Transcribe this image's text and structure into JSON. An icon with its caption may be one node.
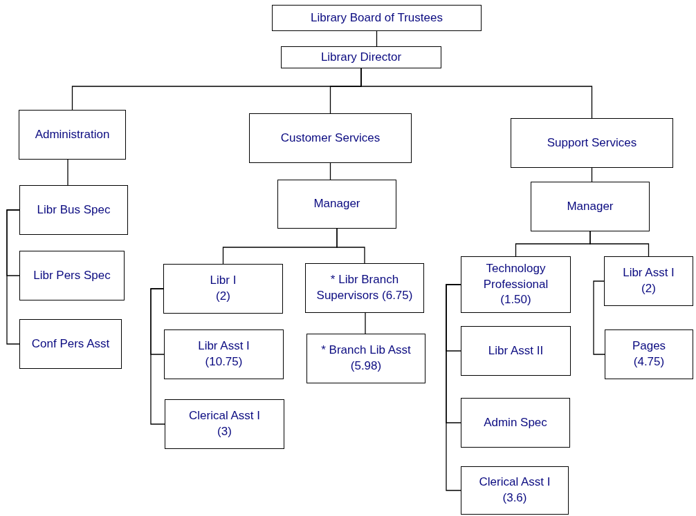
{
  "diagram": {
    "nodes": [
      {
        "text": [
          "Library Board of Trustees"
        ]
      },
      {
        "text": [
          "Library Director"
        ]
      },
      {
        "text": [
          "Administration"
        ]
      },
      {
        "text": [
          "Customer Services"
        ]
      },
      {
        "text": [
          "Support Services"
        ]
      },
      {
        "text": [
          "Libr Bus Spec"
        ]
      },
      {
        "text": [
          "Libr Pers Spec"
        ]
      },
      {
        "text": [
          "Conf Pers Asst"
        ]
      },
      {
        "text": [
          "Manager"
        ]
      },
      {
        "text": [
          "Libr I",
          "(2)"
        ]
      },
      {
        "text": [
          "* Libr Branch Supervisors (6.75)"
        ]
      },
      {
        "text": [
          "Libr Asst I",
          "(10.75)"
        ]
      },
      {
        "text": [
          "* Branch Lib Asst",
          "(5.98)"
        ]
      },
      {
        "text": [
          "Clerical Asst I",
          "(3)"
        ]
      },
      {
        "text": [
          "Manager"
        ]
      },
      {
        "text": [
          "Technology Professional",
          "(1.50)"
        ]
      },
      {
        "text": [
          "Libr Asst I",
          "(2)"
        ]
      },
      {
        "text": [
          "Libr Asst II"
        ]
      },
      {
        "text": [
          "Pages",
          "(4.75)"
        ]
      },
      {
        "text": [
          "Admin Spec"
        ]
      },
      {
        "text": [
          "Clerical Asst I",
          "(3.6)"
        ]
      }
    ],
    "edges": [
      {
        "from": 0,
        "to": 1,
        "arrow": "none"
      },
      {
        "from": 1,
        "to": 2,
        "arrow": "none"
      },
      {
        "from": 1,
        "to": 3,
        "arrow": "none"
      },
      {
        "from": 1,
        "to": 4,
        "arrow": "none"
      },
      {
        "from": 2,
        "to": 5,
        "arrow": "none"
      },
      {
        "from": 5,
        "to": 6,
        "arrow": "none"
      },
      {
        "from": 5,
        "to": 7,
        "arrow": "none"
      },
      {
        "from": 3,
        "to": 8,
        "arrow": "none"
      },
      {
        "from": 8,
        "to": 9,
        "arrow": "none"
      },
      {
        "from": 8,
        "to": 10,
        "arrow": "none"
      },
      {
        "from": 9,
        "to": 11,
        "arrow": "none"
      },
      {
        "from": 9,
        "to": 13,
        "arrow": "none"
      },
      {
        "from": 10,
        "to": 12,
        "arrow": "none"
      },
      {
        "from": 4,
        "to": 14,
        "arrow": "none"
      },
      {
        "from": 14,
        "to": 15,
        "arrow": "none"
      },
      {
        "from": 14,
        "to": 16,
        "arrow": "none"
      },
      {
        "from": 15,
        "to": 17,
        "arrow": "none"
      },
      {
        "from": 15,
        "to": 19,
        "arrow": "none"
      },
      {
        "from": 15,
        "to": 20,
        "arrow": "none"
      },
      {
        "from": 16,
        "to": 18,
        "arrow": "none"
      }
    ]
  }
}
